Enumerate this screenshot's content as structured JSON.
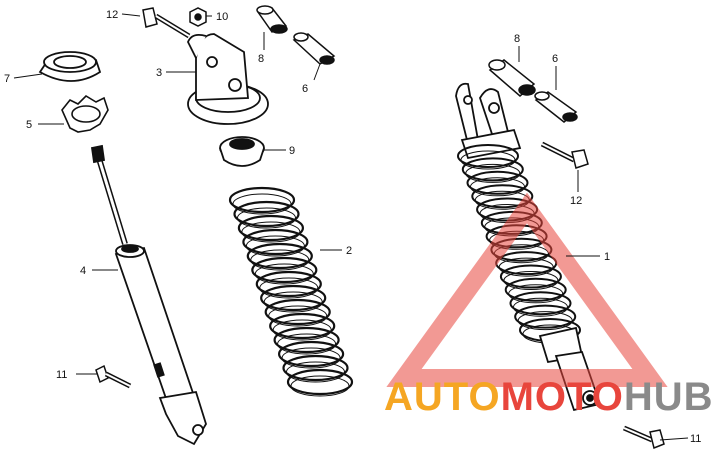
{
  "callouts": {
    "c1": "1",
    "c2": "2",
    "c3": "3",
    "c4": "4",
    "c5": "5",
    "c6a": "6",
    "c6b": "6",
    "c7": "7",
    "c8a": "8",
    "c8b": "8",
    "c9": "9",
    "c10": "10",
    "c11a": "11",
    "c11b": "11",
    "c12a": "12",
    "c12b": "12"
  },
  "watermark": {
    "part1": "AUTO",
    "part2": "MOTO",
    "part3": "HUB",
    "color_orange": "#f5a623",
    "color_red": "#e8453c",
    "color_gray": "#8a8a8a"
  },
  "colors": {
    "line": "#111111",
    "triangle": "#e8453c"
  }
}
